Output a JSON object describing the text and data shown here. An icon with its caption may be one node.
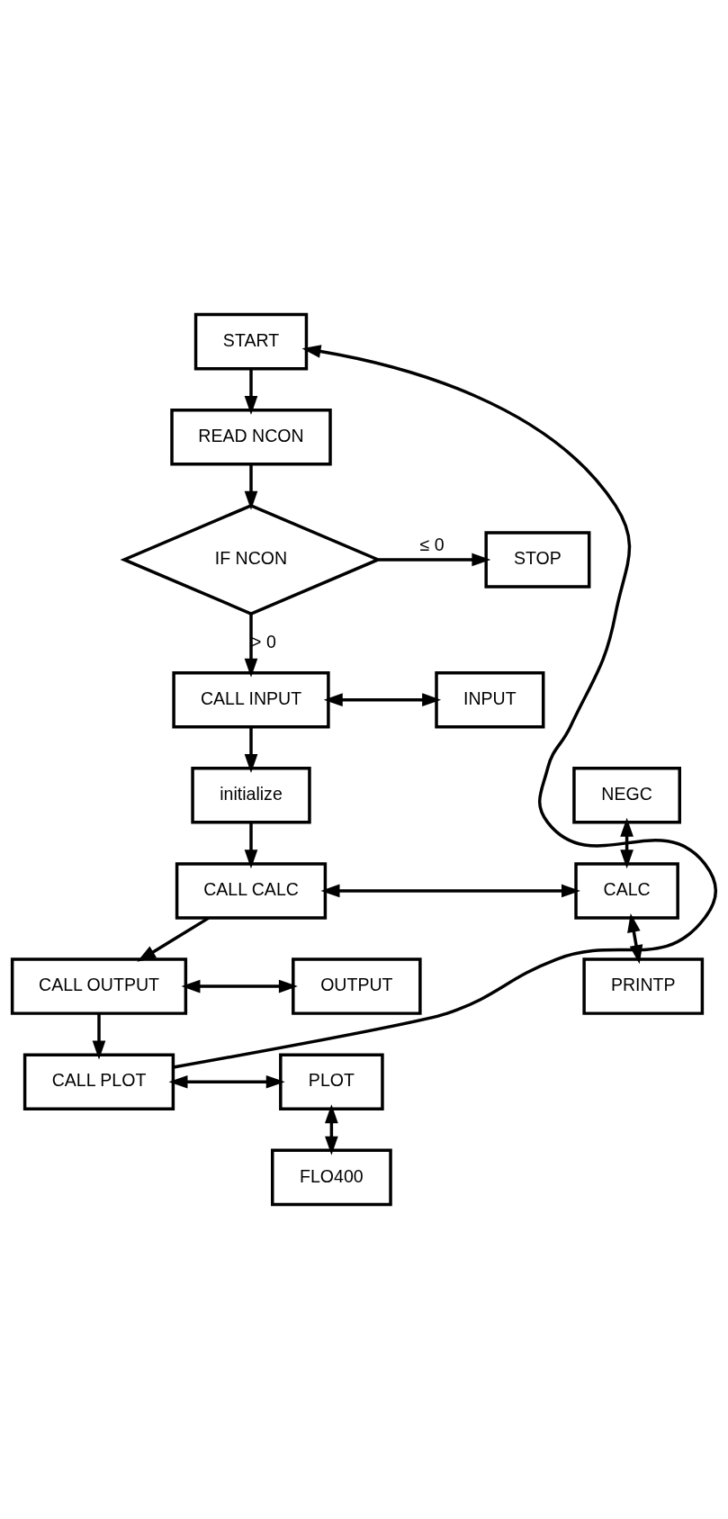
{
  "diagram": {
    "nodes": [
      {
        "text": [
          "START"
        ]
      },
      {
        "text": [
          "READ NCON"
        ]
      },
      {
        "text": [
          "IF NCON"
        ]
      },
      {
        "text": [
          "STOP"
        ]
      },
      {
        "text": [
          "CALL INPUT"
        ]
      },
      {
        "text": [
          "INPUT"
        ]
      },
      {
        "text": [
          "initialize"
        ]
      },
      {
        "text": [
          "CALL CALC"
        ]
      },
      {
        "text": [
          "NEGC"
        ]
      },
      {
        "text": [
          "CALC"
        ]
      },
      {
        "text": [
          "PRINTP"
        ]
      },
      {
        "text": [
          "CALL OUTPUT"
        ]
      },
      {
        "text": [
          "OUTPUT"
        ]
      },
      {
        "text": [
          "CALL PLOT"
        ]
      },
      {
        "text": [
          "PLOT"
        ]
      },
      {
        "text": [
          "FLO400"
        ]
      }
    ],
    "edges": [
      {
        "from": 0,
        "to": 1,
        "arrow": "to"
      },
      {
        "from": 1,
        "to": 2,
        "arrow": "to"
      },
      {
        "from": 2,
        "to": 3,
        "arrow": "to",
        "label": "≤ 0"
      },
      {
        "from": 2,
        "to": 4,
        "arrow": "to",
        "label": "> 0"
      },
      {
        "from": 4,
        "to": 5,
        "arrow": "both"
      },
      {
        "from": 4,
        "to": 6,
        "arrow": "to"
      },
      {
        "from": 6,
        "to": 7,
        "arrow": "to"
      },
      {
        "from": 7,
        "to": 9,
        "arrow": "both"
      },
      {
        "from": 8,
        "to": 9,
        "arrow": "both"
      },
      {
        "from": 9,
        "to": 10,
        "arrow": "both"
      },
      {
        "from": 7,
        "to": 11,
        "arrow": "to"
      },
      {
        "from": 11,
        "to": 12,
        "arrow": "both"
      },
      {
        "from": 11,
        "to": 13,
        "arrow": "to"
      },
      {
        "from": 13,
        "to": 14,
        "arrow": "both"
      },
      {
        "from": 14,
        "to": 15,
        "arrow": "both"
      },
      {
        "from": 13,
        "to": 0,
        "arrow": "to"
      }
    ]
  }
}
